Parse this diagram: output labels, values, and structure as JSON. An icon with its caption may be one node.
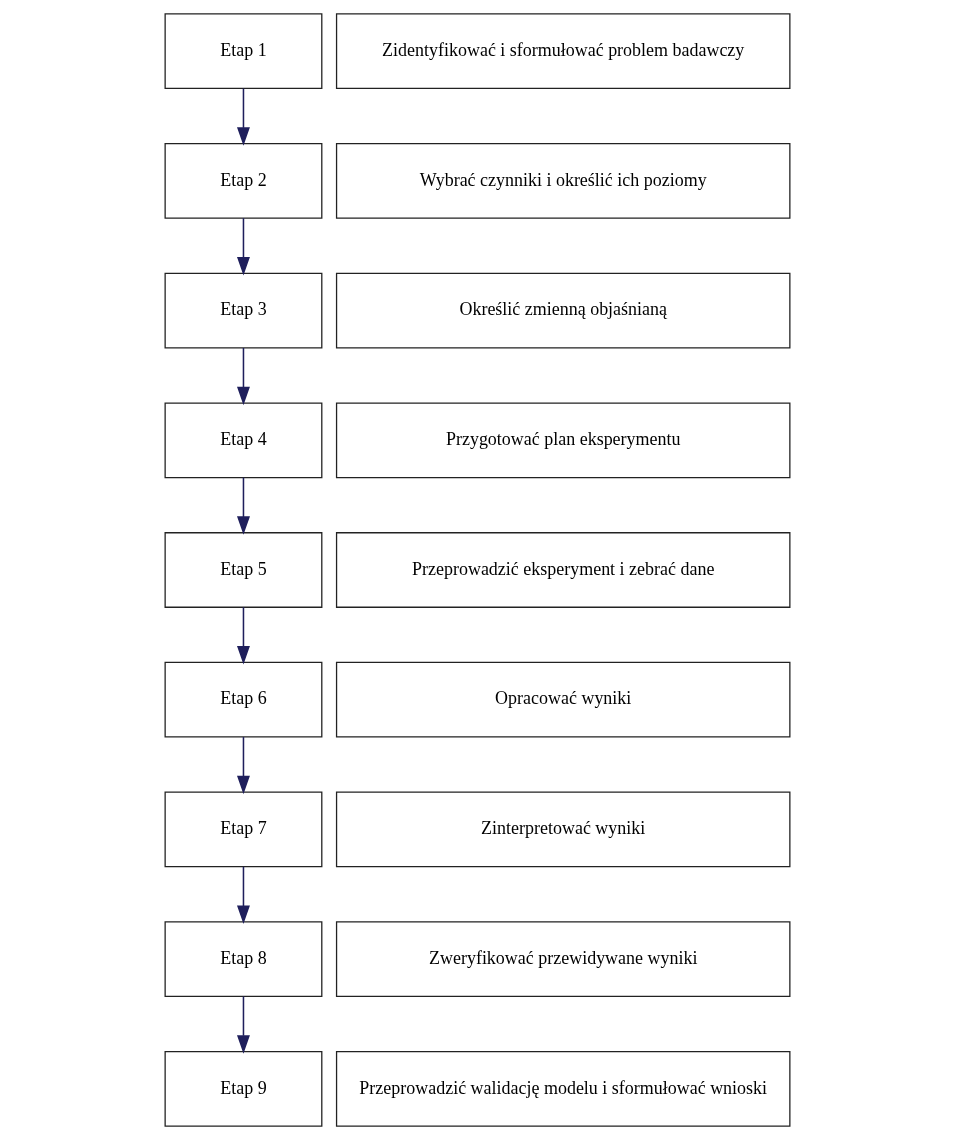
{
  "diagram": {
    "nodes": [
      {
        "text": [
          "Etap 1"
        ]
      },
      {
        "text": [
          "Zidentyfikować i sformułować problem badawczy"
        ]
      },
      {
        "text": [
          "Etap 2"
        ]
      },
      {
        "text": [
          "Wybrać czynniki i określić ich poziomy"
        ]
      },
      {
        "text": [
          "Etap 3"
        ]
      },
      {
        "text": [
          "Określić zmienną objaśnianą"
        ]
      },
      {
        "text": [
          "Etap 4"
        ]
      },
      {
        "text": [
          "Przygotować plan eksperymentu"
        ]
      },
      {
        "text": [
          "Etap 5"
        ]
      },
      {
        "text": [
          "Przeprowadzić eksperyment i zebrać dane"
        ]
      },
      {
        "text": [
          "Etap 6"
        ]
      },
      {
        "text": [
          "Opracować wyniki"
        ]
      },
      {
        "text": [
          "Etap 7"
        ]
      },
      {
        "text": [
          "Zinterpretować wyniki"
        ]
      },
      {
        "text": [
          "Etap 8"
        ]
      },
      {
        "text": [
          "Zweryfikować przewidywane wyniki"
        ]
      },
      {
        "text": [
          "Etap 9"
        ]
      },
      {
        "text": [
          "Przeprowadzić walidację modelu i sformułować wnioski"
        ]
      }
    ],
    "edges": [
      {
        "from": 0,
        "to": 2,
        "arrow": "to"
      },
      {
        "from": 2,
        "to": 4,
        "arrow": "to"
      },
      {
        "from": 4,
        "to": 6,
        "arrow": "to"
      },
      {
        "from": 6,
        "to": 8,
        "arrow": "to"
      },
      {
        "from": 8,
        "to": 10,
        "arrow": "to"
      },
      {
        "from": 10,
        "to": 12,
        "arrow": "to"
      },
      {
        "from": 12,
        "to": 14,
        "arrow": "to"
      },
      {
        "from": 14,
        "to": 16,
        "arrow": "to"
      }
    ]
  }
}
